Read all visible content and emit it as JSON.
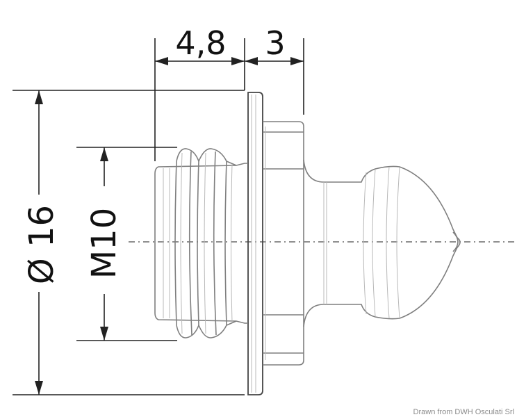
{
  "dimensions": {
    "top_left": "4,8",
    "top_right": "3",
    "outer_diameter": "Ø 16",
    "thread": "M10"
  },
  "credit": "Drawn from DWH Osculati Srl",
  "colors": {
    "line": "#7f7f7f",
    "dimension": "#222222",
    "text": "#111111"
  }
}
